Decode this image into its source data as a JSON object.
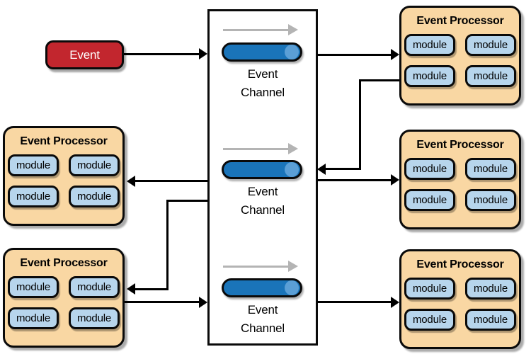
{
  "diagram": {
    "event": {
      "label": "Event"
    },
    "channels": [
      {
        "label": "Event Channel"
      },
      {
        "label": "Event Channel"
      },
      {
        "label": "Event Channel"
      }
    ],
    "processors": [
      {
        "position": "top-right",
        "title": "Event Processor",
        "modules": [
          "module",
          "module",
          "module",
          "module"
        ]
      },
      {
        "position": "middle-left",
        "title": "Event Processor",
        "modules": [
          "module",
          "module",
          "module",
          "module"
        ]
      },
      {
        "position": "middle-right",
        "title": "Event Processor",
        "modules": [
          "module",
          "module",
          "module",
          "module"
        ]
      },
      {
        "position": "bottom-left",
        "title": "Event Processor",
        "modules": [
          "module",
          "module",
          "module",
          "module"
        ]
      },
      {
        "position": "bottom-right",
        "title": "Event Processor",
        "modules": [
          "module",
          "module",
          "module",
          "module"
        ]
      }
    ],
    "connections": [
      {
        "from": "event",
        "to": "channel-1"
      },
      {
        "from": "channel-1",
        "to": "processor-top-right"
      },
      {
        "from": "processor-top-right",
        "to": "channel-2"
      },
      {
        "from": "channel-2",
        "to": "processor-middle-left"
      },
      {
        "from": "channel-2",
        "to": "processor-middle-right"
      },
      {
        "from": "channel-2",
        "to": "processor-bottom-left"
      },
      {
        "from": "processor-bottom-left",
        "to": "channel-3"
      },
      {
        "from": "channel-3",
        "to": "processor-bottom-right"
      }
    ],
    "icons": {
      "channel_pipe": "cylinder",
      "flow_direction": "right-arrow"
    },
    "colors": {
      "event_fill": "#c2262e",
      "processor_fill": "#f9d7a3",
      "module_fill": "#b7d5ec",
      "channel_pipe_fill": "#1a74b9",
      "channel_pipe_highlight": "#5b9fd6",
      "flow_arrow_gray": "#b4b4b4",
      "line_color": "#000000"
    }
  }
}
